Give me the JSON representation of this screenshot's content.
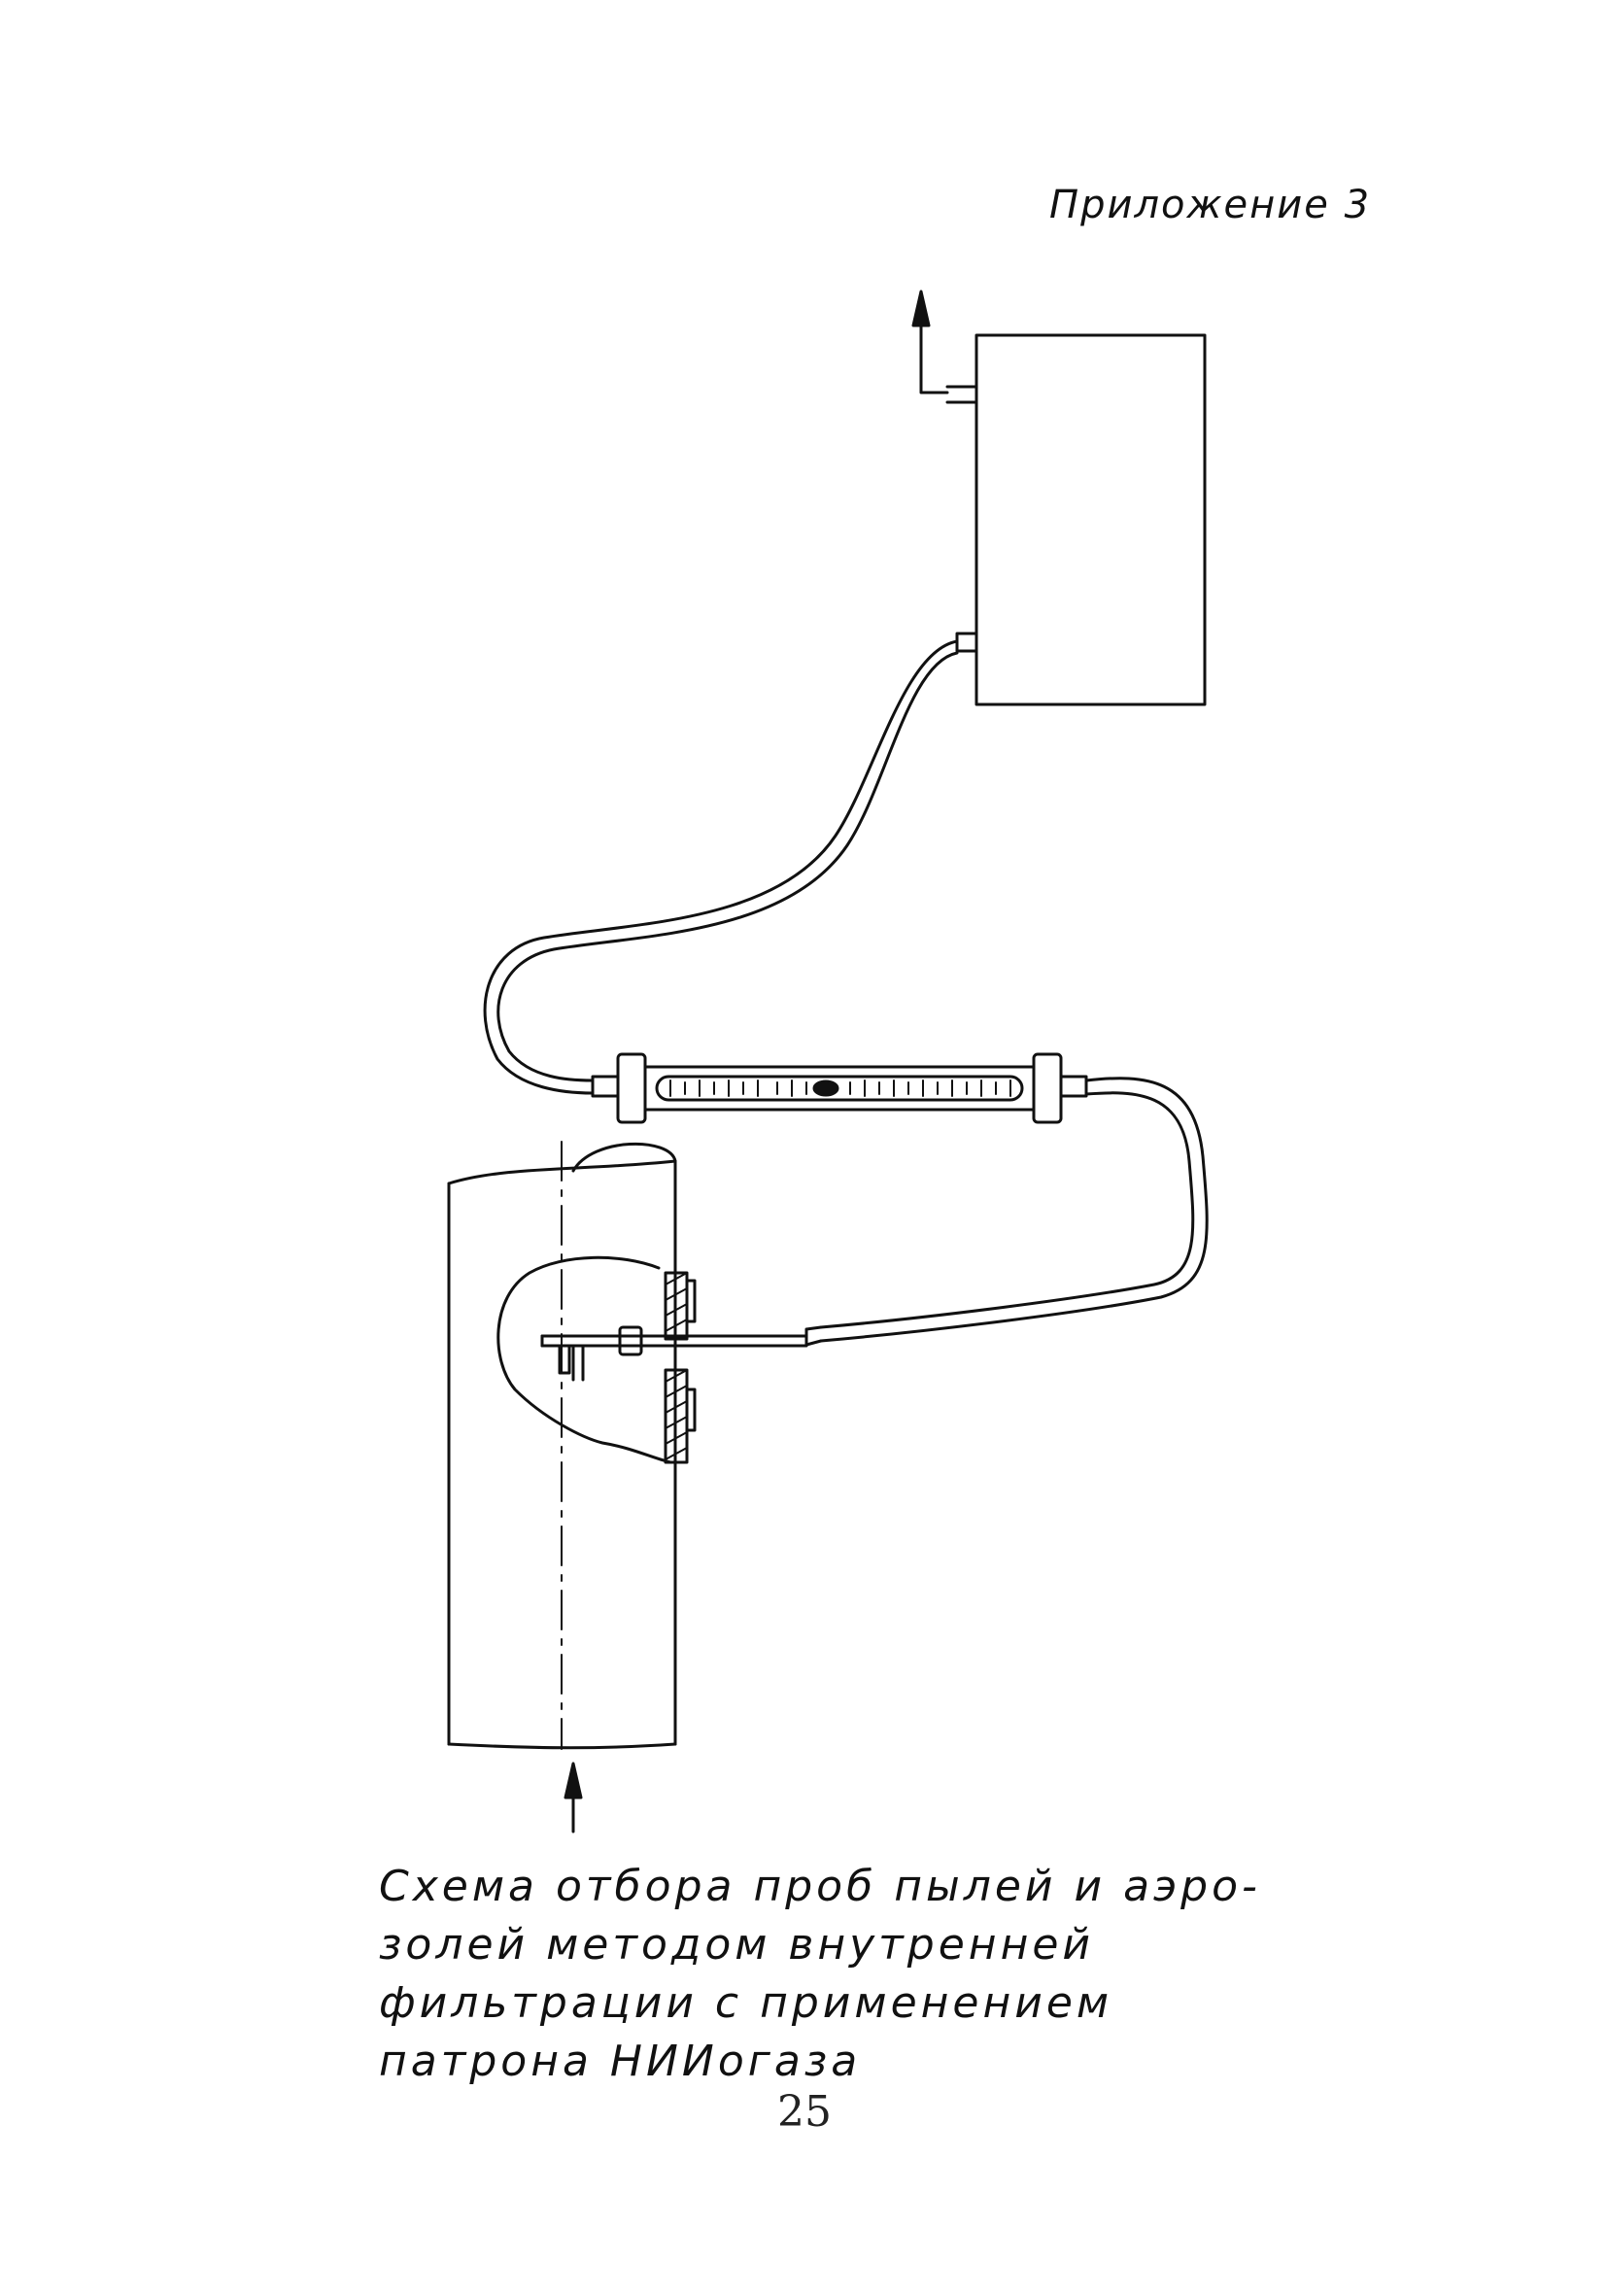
{
  "header": {
    "appendix_label": "Приложение 3"
  },
  "caption": {
    "lines": [
      "Схема отбора проб пылей и аэро-",
      "золей методом внутренней",
      "фильтрации с применением",
      "патрона НИИогаза"
    ]
  },
  "footer": {
    "page_number": "25"
  }
}
